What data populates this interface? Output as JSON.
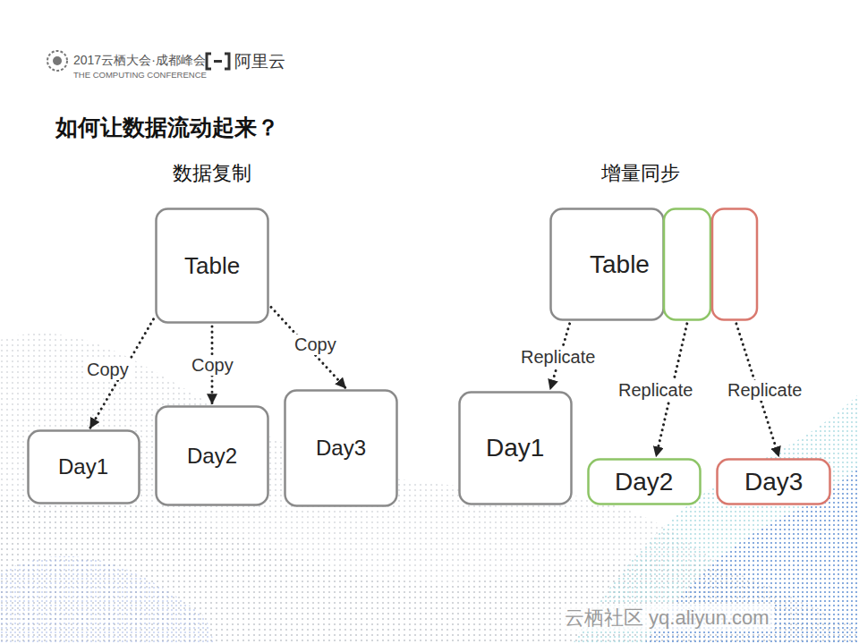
{
  "diagram": {
    "title": "如何让数据流动起来？",
    "nodes": [
      {
        "text": [
          "Table"
        ]
      },
      {
        "text": [
          "Day1"
        ]
      },
      {
        "text": [
          "Day2"
        ]
      },
      {
        "text": [
          "Day3"
        ]
      },
      {
        "text": [
          "Table"
        ]
      },
      {
        "text": [
          "Day1"
        ]
      },
      {
        "text": [
          "Day2"
        ]
      },
      {
        "text": [
          "Day3"
        ]
      }
    ],
    "edges": [
      {
        "from": 0,
        "to": 1,
        "arrow": "to",
        "label": "Copy"
      },
      {
        "from": 0,
        "to": 2,
        "arrow": "to",
        "label": "Copy"
      },
      {
        "from": 0,
        "to": 3,
        "arrow": "to",
        "label": "Copy"
      },
      {
        "from": 4,
        "to": 5,
        "arrow": "to",
        "label": "Replicate"
      },
      {
        "from": 4,
        "to": 6,
        "arrow": "to",
        "label": "Replicate"
      },
      {
        "from": 4,
        "to": 7,
        "arrow": "to",
        "label": "Replicate"
      }
    ],
    "labels": [
      "2017云栖大会·成都峰会",
      "THE COMPUTING CONFERENCE",
      "阿里云",
      "数据复制",
      "增量同步",
      "云栖社区 yq.aliyun.com"
    ]
  }
}
